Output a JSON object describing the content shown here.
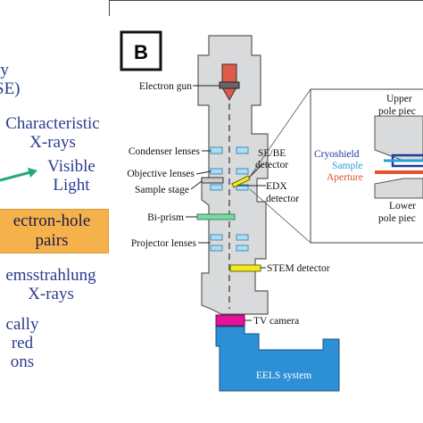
{
  "left": {
    "item1_line1": "ry",
    "item1_line2": "SE)",
    "item2_line1": "Characteristic",
    "item2_line2": "X-rays",
    "item3_line1": "Visible",
    "item3_line2": "Light",
    "item4_line1": "ectron-hole",
    "item4_line2": "pairs",
    "item5_line1": "emsstrahlung",
    "item5_line2": "X-rays",
    "item6_line1": "cally",
    "item6_line2": "red",
    "item6_line3": "ons"
  },
  "diagram": {
    "panel_label": "B",
    "labels": {
      "electron_gun": "Electron gun",
      "condenser_lenses": "Condenser lenses",
      "objective_lenses": "Objective lenses",
      "sample_stage": "Sample stage",
      "se_be_detector_1": "SE/BE",
      "se_be_detector_2": "detector",
      "edx_detector_1": "EDX",
      "edx_detector_2": "detector",
      "bi_prism": "Bi-prism",
      "projector_lenses": "Projector lenses",
      "stem_detector": "STEM detector",
      "tv_camera": "TV camera",
      "eels_system": "EELS system"
    },
    "inset": {
      "upper_pole_1": "Upper",
      "upper_pole_2": "pole piec",
      "lower_pole_1": "Lower",
      "lower_pole_2": "pole piec",
      "cryoshield": "Cryoshield",
      "sample": "Sample",
      "aperture": "Aperture"
    },
    "colors": {
      "column": "#d9dadc",
      "cryoshield": "#1f3a9e",
      "sample": "#2aa0d8",
      "aperture": "#e0542a",
      "orange_box": "#f6b24a",
      "arrow_green": "#22a878",
      "stem": "#f2ea1c",
      "tv_camera": "#e2139a",
      "eels": "#2d8fd6",
      "bi_prism": "#7fd6a4",
      "lens": "#a8dff5"
    }
  }
}
